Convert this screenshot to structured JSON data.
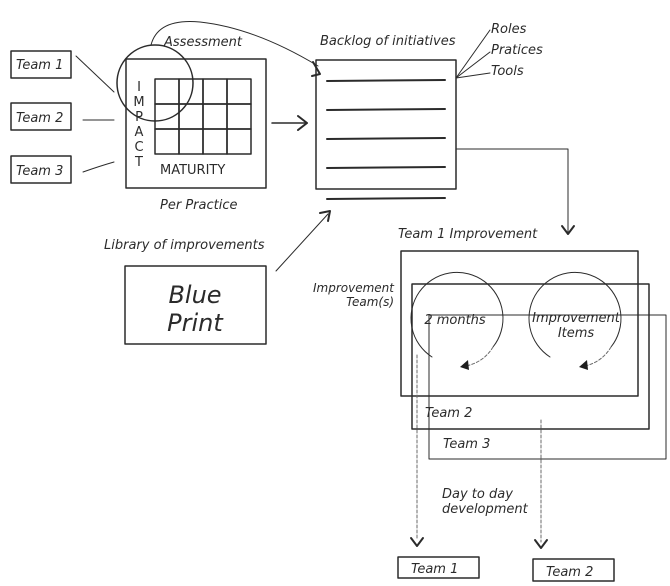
{
  "diagram": {
    "assessment": {
      "title": "Assessment",
      "teams": [
        "Team 1",
        "Team 2",
        "Team 3"
      ],
      "y_axis_label_letters": [
        "I",
        "M",
        "P",
        "A",
        "C",
        "T"
      ],
      "x_axis_label": "MATURITY",
      "caption": "Per Practice",
      "grid_rows": 3,
      "grid_cols": 4
    },
    "backlog": {
      "title": "Backlog of initiatives",
      "categories": [
        "Roles",
        "Pratices",
        "Tools"
      ]
    },
    "library": {
      "label": "Library of improvements",
      "box_line1": "Blue",
      "box_line2": "Print"
    },
    "improvement": {
      "title": "Team 1 Improvement",
      "side_label_line1": "Improvement",
      "side_label_line2": "Team(s)",
      "cycle1_label": "2 months",
      "cycle2_line1": "Improvement",
      "cycle2_line2": "Items",
      "stacked_teams": [
        "Team 2",
        "Team 3"
      ]
    },
    "development": {
      "label_line1": "Day to day",
      "label_line2": "development",
      "targets": [
        "Team 1",
        "Team 2"
      ]
    }
  }
}
